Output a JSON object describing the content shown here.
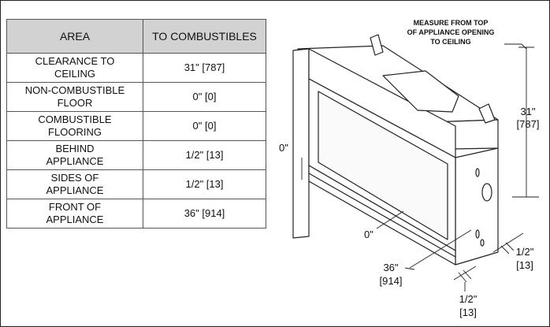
{
  "table": {
    "headers": [
      "AREA",
      "TO COMBUSTIBLES"
    ],
    "rows": [
      {
        "area_lines": [
          "CLEARANCE TO",
          "CEILING"
        ],
        "value": "31\" [787]"
      },
      {
        "area_lines": [
          "NON-COMBUSTIBLE",
          "FLOOR"
        ],
        "value": "0\" [0]"
      },
      {
        "area_lines": [
          "COMBUSTIBLE",
          "FLOORING"
        ],
        "value": "0\" [0]"
      },
      {
        "area_lines": [
          "BEHIND",
          "APPLIANCE"
        ],
        "value": "1/2\" [13]"
      },
      {
        "area_lines": [
          "SIDES OF",
          "APPLIANCE"
        ],
        "value": "1/2\" [13]"
      },
      {
        "area_lines": [
          "FRONT OF",
          "APPLIANCE"
        ],
        "value": "36\" [914]"
      }
    ]
  },
  "diagram": {
    "note_lines": [
      "MEASURE FROM TOP",
      "OF APPLIANCE OPENING",
      "TO CEILING"
    ],
    "ceiling": [
      "31\"",
      "[787]"
    ],
    "floor_left": "0\"",
    "floor_front": "0\"",
    "front": [
      "36\"",
      "[914]"
    ],
    "side": [
      "1/2\"",
      "[13]"
    ],
    "behind": [
      "1/2\"",
      "[13]"
    ]
  }
}
